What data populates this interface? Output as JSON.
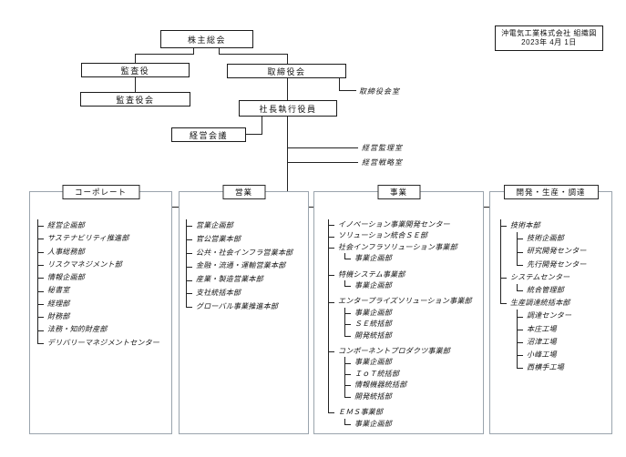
{
  "meta": {
    "title_line1": "沖電気工業株式会社 組織図",
    "title_line2": "2023年 4月 1日"
  },
  "governance": {
    "shareholders": "株主総会",
    "auditors": "監査役",
    "audit_board": "監査役会",
    "board_of_directors": "取締役会",
    "board_office": "取締役会室",
    "president": "社長執行役員",
    "management_meeting": "経営会議",
    "management_audit_office": "経営監理室",
    "management_strategy_office": "経営戦略室"
  },
  "columns": [
    {
      "header": "コーポレート",
      "items": [
        "経営企画部",
        "サステナビリティ推進部",
        "人事総務部",
        "リスクマネジメント部",
        "情報企画部",
        "秘書室",
        "経理部",
        "財務部",
        "法務・知的財産部",
        "デリバリーマネジメントセンター"
      ]
    },
    {
      "header": "営業",
      "items": [
        "営業企画部",
        "官公営業本部",
        "公共・社会インフラ営業本部",
        "金融・流通・運輸営業本部",
        "産業・製造営業本部",
        "支社統括本部",
        "グローバル事業推進本部"
      ]
    },
    {
      "header": "事業",
      "items": [
        "イノベーション事業開発センター",
        "ソリューション統合ＳＥ部",
        {
          "label": "社会インフラソリューション事業部",
          "children": [
            "事業企画部"
          ]
        },
        {
          "label": "特機システム事業部",
          "children": [
            "事業企画部"
          ]
        },
        {
          "label": "エンタープライズソリューション事業部",
          "children": [
            "事業企画部",
            "ＳＥ統括部",
            "開発統括部"
          ]
        },
        {
          "label": "コンポーネントプロダクツ事業部",
          "children": [
            "事業企画部",
            "ＩｏＴ統括部",
            "情報機器統括部",
            "開発統括部"
          ]
        },
        {
          "label": "ＥＭＳ事業部",
          "children": [
            "事業企画部"
          ]
        }
      ]
    },
    {
      "header": "開発・生産・調達",
      "items": [
        {
          "label": "技術本部",
          "children": [
            "技術企画部",
            "研究開発センター",
            "先行開発センター"
          ]
        },
        {
          "label": "システムセンター",
          "children": [
            "統合管理部"
          ]
        },
        {
          "label": "生産調達統括本部",
          "children": [
            "調達センター",
            "本庄工場",
            "沼津工場",
            "小峰工場",
            "西横手工場"
          ]
        }
      ]
    }
  ],
  "colors": {
    "line": "#1a1a1a",
    "column_frame": "#9aa4ad"
  }
}
